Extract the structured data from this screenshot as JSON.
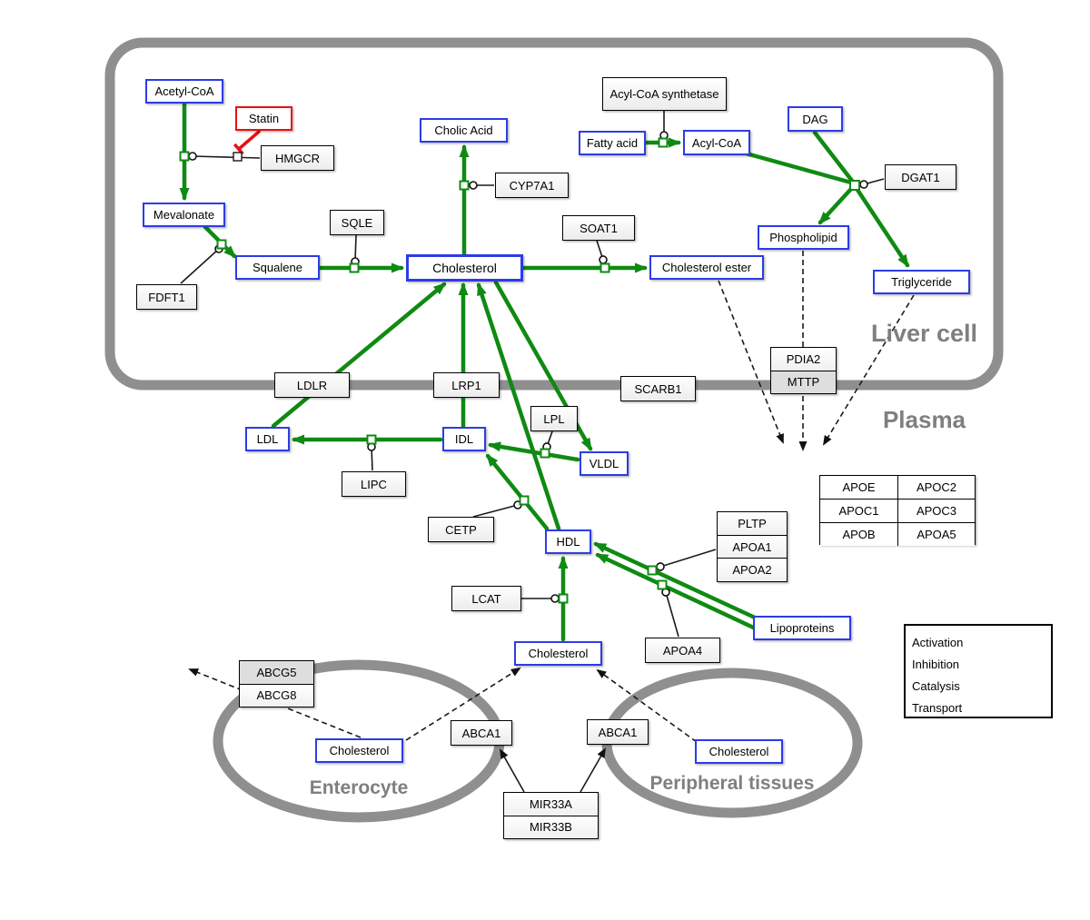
{
  "compartments": {
    "liver": "Liver cell",
    "plasma": "Plasma",
    "enterocyte": "Enterocyte",
    "peripheral": "Peripheral tissues"
  },
  "nodes": {
    "acetyl_coa": "Acetyl-CoA",
    "statin": "Statin",
    "hmgcr": "HMGCR",
    "mevalonate": "Mevalonate",
    "sqle": "SQLE",
    "squalene": "Squalene",
    "fdft1": "FDFT1",
    "cholic_acid": "Cholic Acid",
    "cyp7a1": "CYP7A1",
    "cholesterol_liver": "Cholesterol",
    "soat1": "SOAT1",
    "cholesterol_ester": "Cholesterol ester",
    "acyl_coa_synthetase": "Acyl-CoA synthetase",
    "fatty_acid": "Fatty acid",
    "acyl_coa": "Acyl-CoA",
    "dag": "DAG",
    "dgat1": "DGAT1",
    "phospholipid": "Phospholipid",
    "triglyceride": "Triglyceride",
    "ldlr": "LDLR",
    "lrp1": "LRP1",
    "scarb1": "SCARB1",
    "pdia2": "PDIA2",
    "mttp": "MTTP",
    "lpl": "LPL",
    "ldl": "LDL",
    "idl": "IDL",
    "vldl": "VLDL",
    "lipc": "LIPC",
    "cetp": "CETP",
    "hdl": "HDL",
    "lcat": "LCAT",
    "pltp": "PLTP",
    "apoa1": "APOA1",
    "apoa2": "APOA2",
    "apoa4": "APOA4",
    "apoe": "APOE",
    "apoc2": "APOC2",
    "apoc1": "APOC1",
    "apoc3": "APOC3",
    "apob": "APOB",
    "apoa5": "APOA5",
    "lipoproteins": "Lipoproteins",
    "cholesterol_plasma": "Cholesterol",
    "abcg5": "ABCG5",
    "abcg8": "ABCG8",
    "abca1_left": "ABCA1",
    "abca1_right": "ABCA1",
    "cholesterol_enterocyte": "Cholesterol",
    "cholesterol_peripheral": "Cholesterol",
    "mir33a": "MIR33A",
    "mir33b": "MIR33B"
  },
  "legend": {
    "items": [
      {
        "label": "Activation",
        "style": "green-arrow"
      },
      {
        "label": "Inhibition",
        "style": "red-tbar"
      },
      {
        "label": "Catalysis",
        "style": "black-line-open-circle"
      },
      {
        "label": "Transport",
        "style": "black-dashed-arrow"
      }
    ]
  },
  "colors": {
    "activation": "#0f8a12",
    "inhibition": "#e81010",
    "metabolite_border": "#2c3ce6",
    "membrane": "#8f8f8f",
    "compartment_label": "#7f7f7f"
  }
}
